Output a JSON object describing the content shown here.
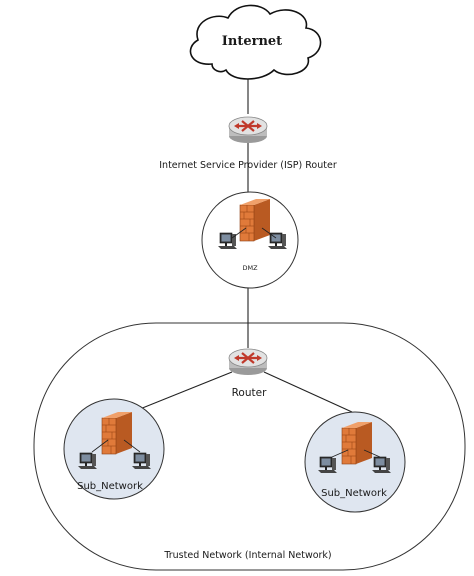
{
  "cloud": {
    "label": "Internet"
  },
  "isp_router": {
    "label": "Internet Service Provider (ISP) Router"
  },
  "dmz": {
    "label": "DMZ"
  },
  "trusted_router": {
    "label": "Router"
  },
  "subnet_left": {
    "label": "Sub_Network"
  },
  "subnet_right": {
    "label": "Sub_Network"
  },
  "trusted_network": {
    "label": "Trusted Network (Internal Network)"
  },
  "colors": {
    "firewall": "#e07a3a",
    "router_body": "#d9d9d9",
    "router_arrows": "#c0392b",
    "subnet_fill": "#dfe6f0",
    "line": "#222222"
  },
  "icons": {
    "cloud": "cloud-icon",
    "router": "router-icon",
    "firewall": "firewall-icon",
    "workstation": "workstation-icon"
  }
}
